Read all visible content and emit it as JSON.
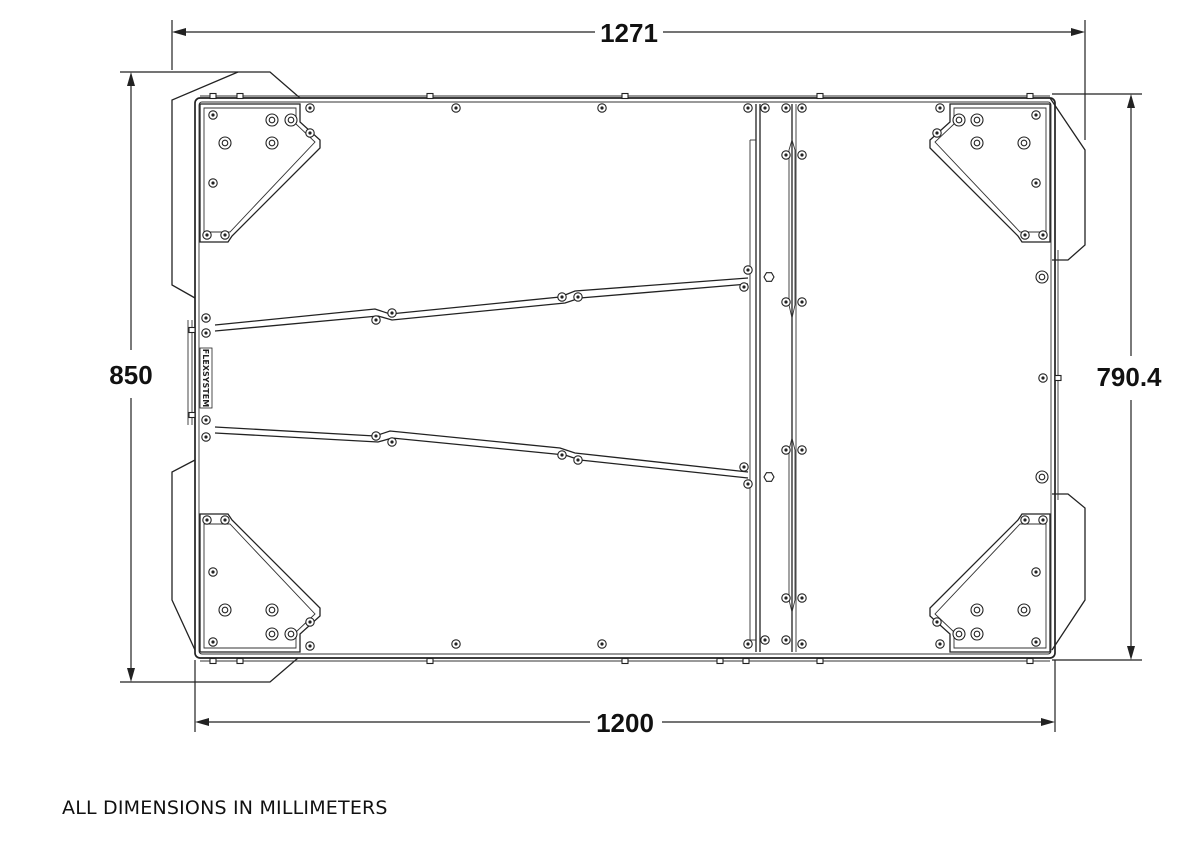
{
  "dimensions": {
    "overall_width": "1271",
    "base_width": "1200",
    "overall_depth": "850",
    "body_depth": "790.4"
  },
  "note": "ALL DIMENSIONS IN MILLIMETERS",
  "logo_text": "FLEXSYSTEM"
}
